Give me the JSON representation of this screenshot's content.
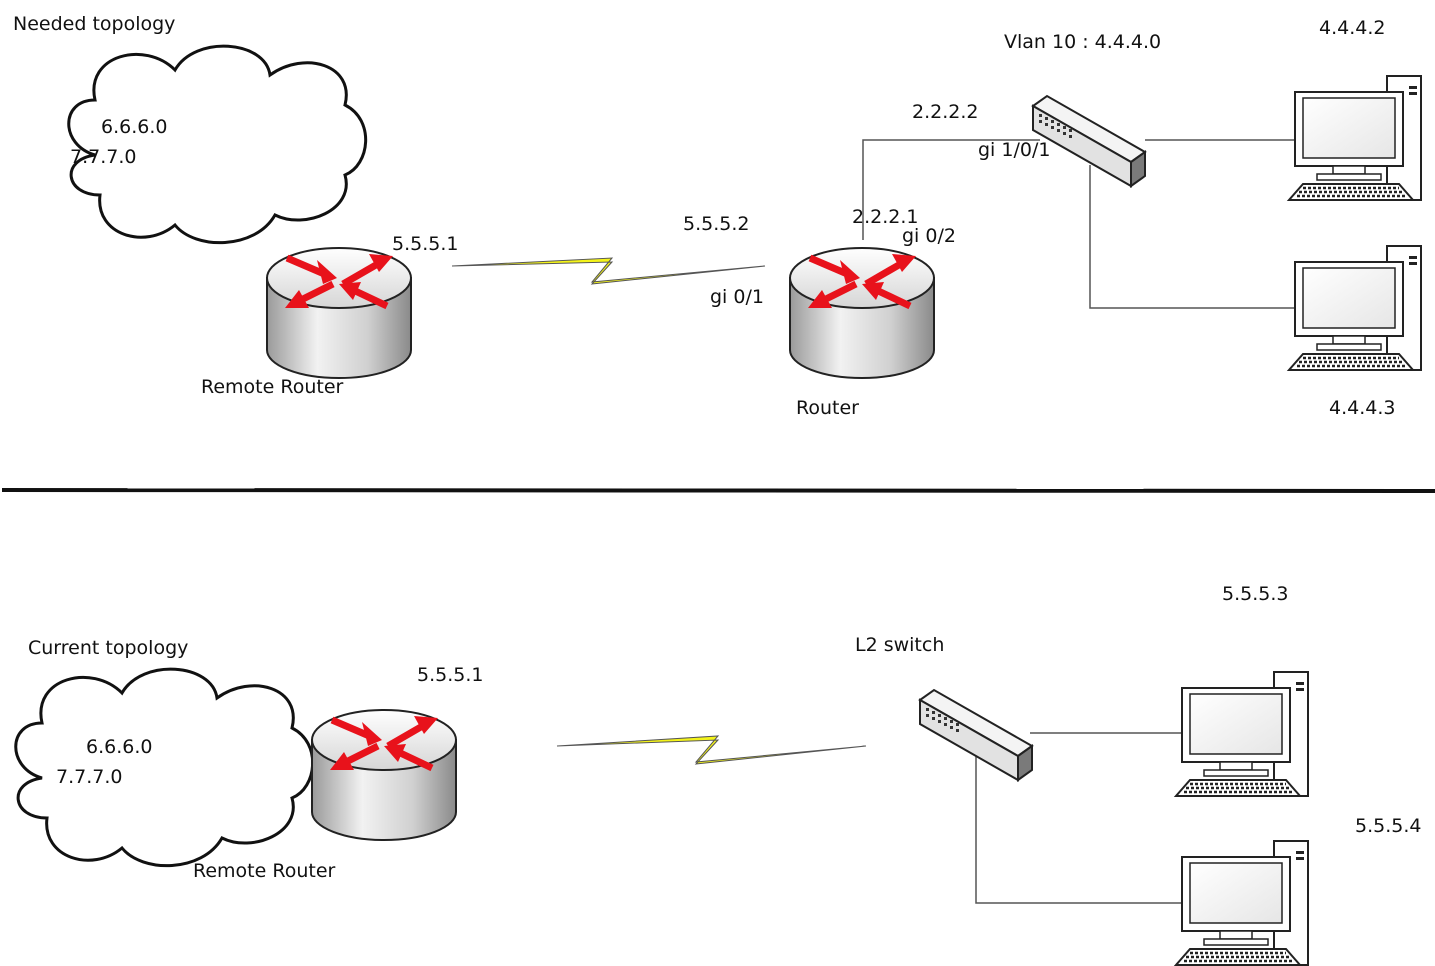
{
  "needed": {
    "title": "Needed topology",
    "cloud_networks": [
      "6.6.6.0",
      "7.7.7.0"
    ],
    "remote_router_label": "Remote Router",
    "remote_router_ip": "5.5.5.1",
    "router_label": "Router",
    "router_wan_ip": "5.5.5.2",
    "router_wan_interface": "gi 0/1",
    "router_lan_ip": "2.2.2.1",
    "router_lan_interface": "gi 0/2",
    "switch_ip": "2.2.2.2",
    "switch_interface": "gi 1/0/1",
    "vlan_label": "Vlan 10 : 4.4.4.0",
    "pc1_ip": "4.4.4.2",
    "pc2_ip": "4.4.4.3"
  },
  "current": {
    "title": "Current topology",
    "cloud_networks": [
      "6.6.6.0",
      "7.7.7.0"
    ],
    "remote_router_label": "Remote Router",
    "remote_router_ip": "5.5.5.1",
    "switch_label": "L2 switch",
    "pc1_ip": "5.5.5.3",
    "pc2_ip": "5.5.5.4"
  },
  "colors": {
    "router_arrow": "#e8121b",
    "serial_link": "#f4f41a",
    "router_body": "#d8d8d8",
    "line": "#555555"
  }
}
